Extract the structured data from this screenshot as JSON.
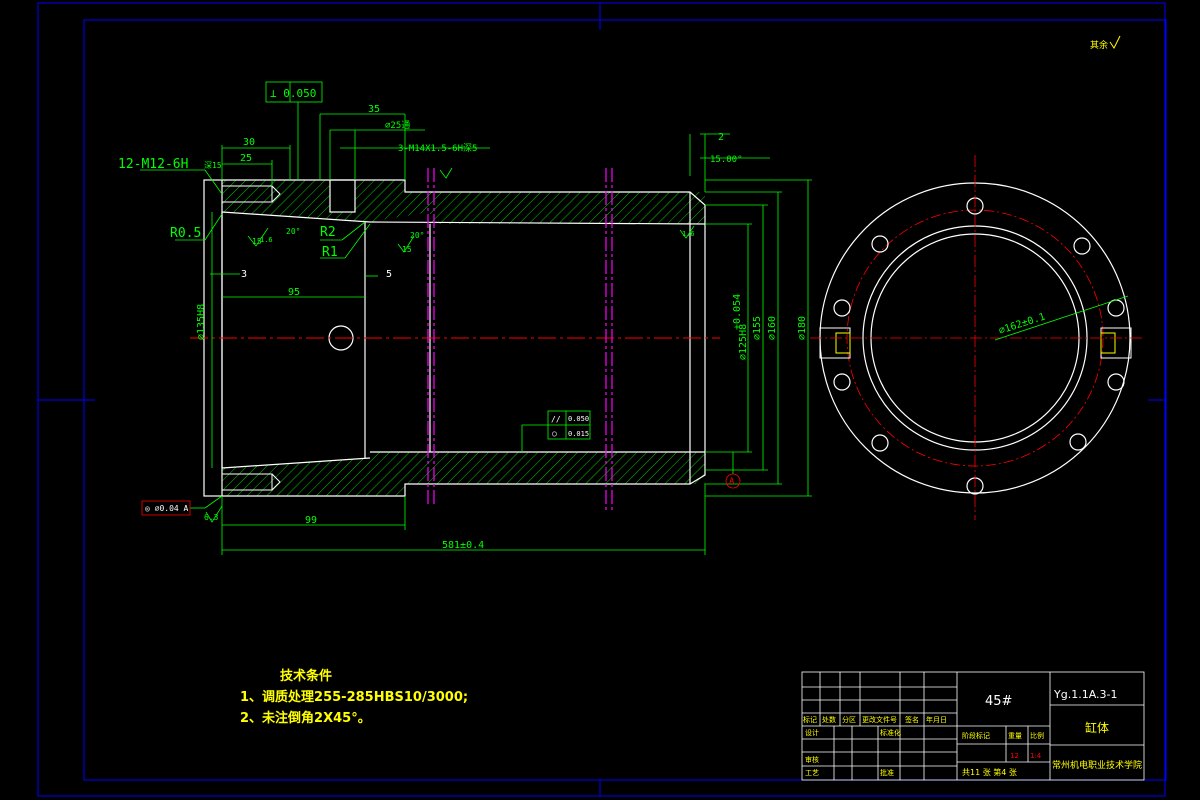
{
  "app": {
    "colors": {
      "background": "#000000",
      "frame": "#0000ff",
      "outline": "#ffffff",
      "dimension": "#00ff00",
      "center_line": "#ff0000",
      "hatch": "#00ff00",
      "section_line": "#ff00ff",
      "notes": "#ffff00",
      "callout": "#ff0000"
    }
  },
  "corner_note": "其余",
  "dims": {
    "perp_tol": "⊥ 0.050",
    "d35": "35",
    "d30": "30",
    "d25": "25",
    "hole_dia": "⌀25通",
    "thread_holes": "3-M14X1.5-6H深5",
    "d2": "2",
    "chamfer_angle": "15.00°",
    "bolt_thread": "12-M12-6H",
    "bolt_depth": "深15",
    "r05": "R0.5",
    "r2": "R2",
    "r1": "R1",
    "angle15a": "15",
    "angle20a": "20°",
    "angle15b": "15",
    "angle20b": "20°",
    "d3": "3",
    "d5": "5",
    "d95": "95",
    "bore_dia": "⌀135H8",
    "tol_054": "+0.054",
    "bore2": "⌀125H8",
    "d155": "⌀155",
    "d160": "⌀160",
    "d180": "⌀180",
    "rough1": "1.6",
    "rough2": "1.6",
    "rough3": "6.3",
    "datum_a": "A",
    "coax": "◎ ⌀0.04 A",
    "par_sym": "//",
    "par_val": "0.050",
    "circ_sym": "○",
    "circ_val": "0.015",
    "d99": "99",
    "total_len": "581±0.4",
    "pcd": "⌀162±0.1"
  },
  "tech": {
    "title": "技术条件",
    "item1": "1、调质处理255-285HBS10/3000;",
    "item2": "2、未注倒角2X45°。"
  },
  "title_block": {
    "material": "45#",
    "drawing_no": "Yg.1.1A.3-1",
    "part_name": "缸体",
    "school": "常州机电职业技术学院",
    "h1": "标记",
    "h2": "处数",
    "h3": "分区",
    "h4": "更改文件号",
    "h5": "签名",
    "h6": "年月日",
    "design": "设计",
    "standard": "标准化",
    "stage": "阶段标记",
    "weight": "重量",
    "scale": "比例",
    "scale_val": "1:4",
    "weight_val": "12",
    "check": "审核",
    "process": "工艺",
    "approve": "批准",
    "sheets": "共11 张 第4 张"
  }
}
